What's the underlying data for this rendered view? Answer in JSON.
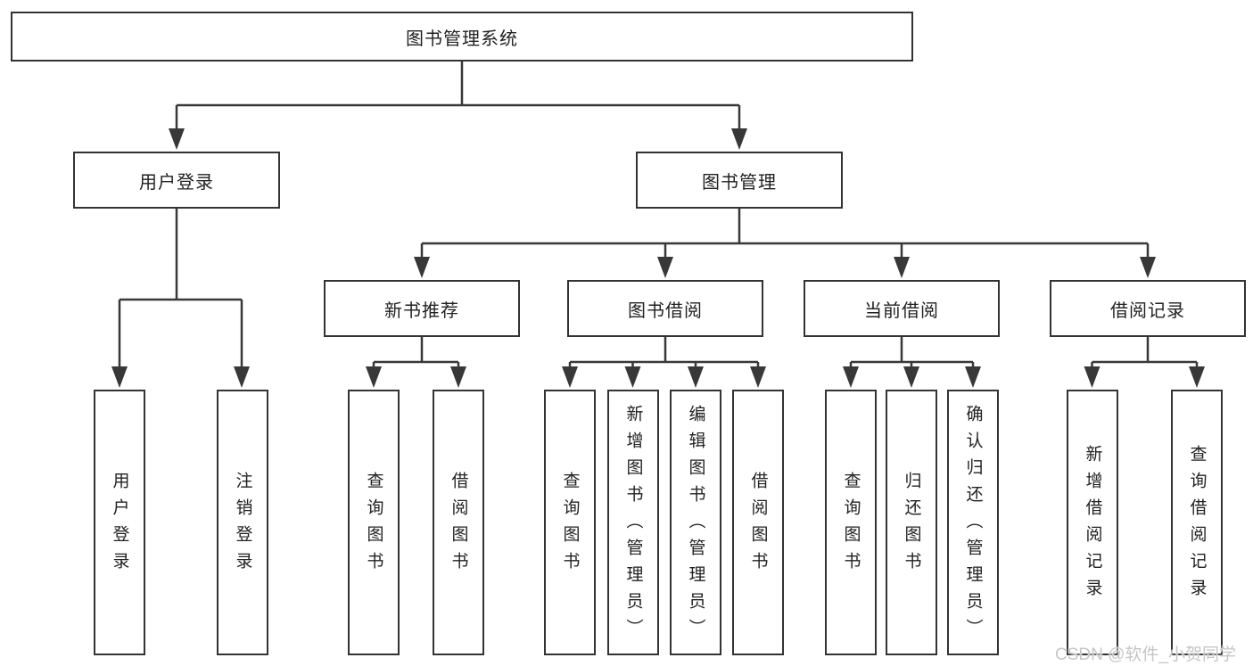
{
  "diagram": {
    "root": {
      "label": "图书管理系统"
    },
    "level2": [
      {
        "label": "用户登录"
      },
      {
        "label": "图书管理"
      }
    ],
    "level3": [
      {
        "label": "新书推荐"
      },
      {
        "label": "图书借阅"
      },
      {
        "label": "当前借阅"
      },
      {
        "label": "借阅记录"
      }
    ],
    "leaves": [
      {
        "label": "用户登录",
        "parent": "用户登录"
      },
      {
        "label": "注销登录",
        "parent": "用户登录"
      },
      {
        "label": "查询图书",
        "parent": "新书推荐"
      },
      {
        "label": "借阅图书",
        "parent": "新书推荐"
      },
      {
        "label": "查询图书",
        "parent": "图书借阅"
      },
      {
        "label": "新增图书（管理员）",
        "parent": "图书借阅"
      },
      {
        "label": "编辑图书（管理员）",
        "parent": "图书借阅"
      },
      {
        "label": "借阅图书",
        "parent": "图书借阅"
      },
      {
        "label": "查询图书",
        "parent": "当前借阅"
      },
      {
        "label": "归还图书",
        "parent": "当前借阅"
      },
      {
        "label": "确认归还（管理员）",
        "parent": "当前借阅"
      },
      {
        "label": "新增借阅记录",
        "parent": "借阅记录"
      },
      {
        "label": "查询借阅记录",
        "parent": "借阅记录"
      }
    ]
  },
  "watermark": {
    "label": "CSDN @软件_小贺同学"
  },
  "colors": {
    "line": "#383838",
    "box_border": "#333333",
    "text": "#222222",
    "watermark": "#c6c6c6",
    "background": "#ffffff"
  }
}
